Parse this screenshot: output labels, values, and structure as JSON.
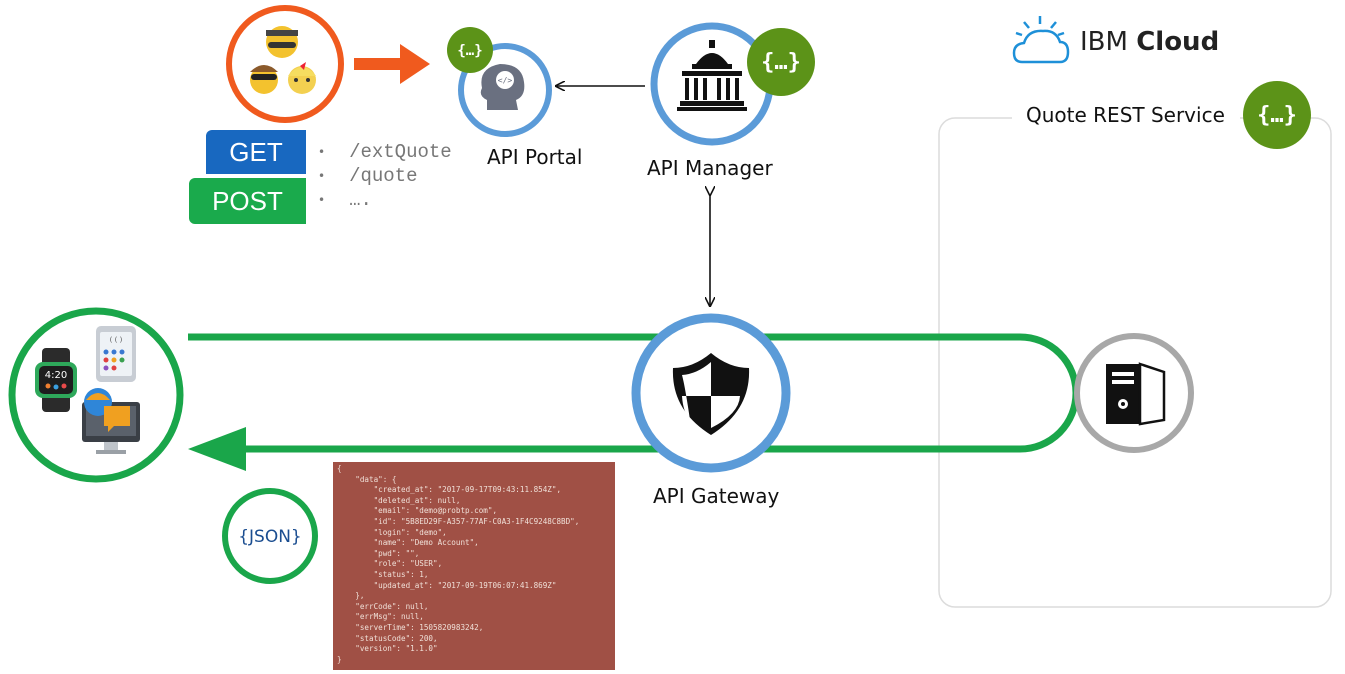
{
  "brand": {
    "ibm": "IBM",
    "cloud": "Cloud"
  },
  "labels": {
    "api_portal": "API Portal",
    "api_manager": "API Manager",
    "api_gateway": "API Gateway",
    "quote_service": "Quote REST Service"
  },
  "methods": {
    "get": "GET",
    "post": "POST"
  },
  "paths": [
    "/extQuote",
    "/quote",
    "…."
  ],
  "watch_time": "4:20",
  "json_badge": "{JSON}",
  "colors": {
    "green": "#1aa64a",
    "blue": "#5b9bd8",
    "orange": "#f05a1e",
    "olive": "#5c9318",
    "gray": "#a8a8a8",
    "get_bg": "#1868c0",
    "post_bg": "#1aaa4c"
  },
  "json_payload": [
    "{",
    "    \"data\": {",
    "        \"created_at\": \"2017-09-17T09:43:11.854Z\",",
    "        \"deleted_at\": null,",
    "        \"email\": \"demo@probtp.com\",",
    "        \"id\": \"5B8ED29F-A357-77AF-C0A3-1F4C9248C8BD\",",
    "        \"login\": \"demo\",",
    "        \"name\": \"Demo Account\",",
    "        \"pwd\": \"\",",
    "        \"role\": \"USER\",",
    "        \"status\": 1,",
    "        \"updated_at\": \"2017-09-19T06:07:41.869Z\"",
    "    },",
    "    \"errCode\": null,",
    "    \"errMsg\": null,",
    "    \"serverTime\": 1505820983242,",
    "    \"statusCode\": 200,",
    "    \"version\": \"1.1.0\"",
    "}"
  ]
}
